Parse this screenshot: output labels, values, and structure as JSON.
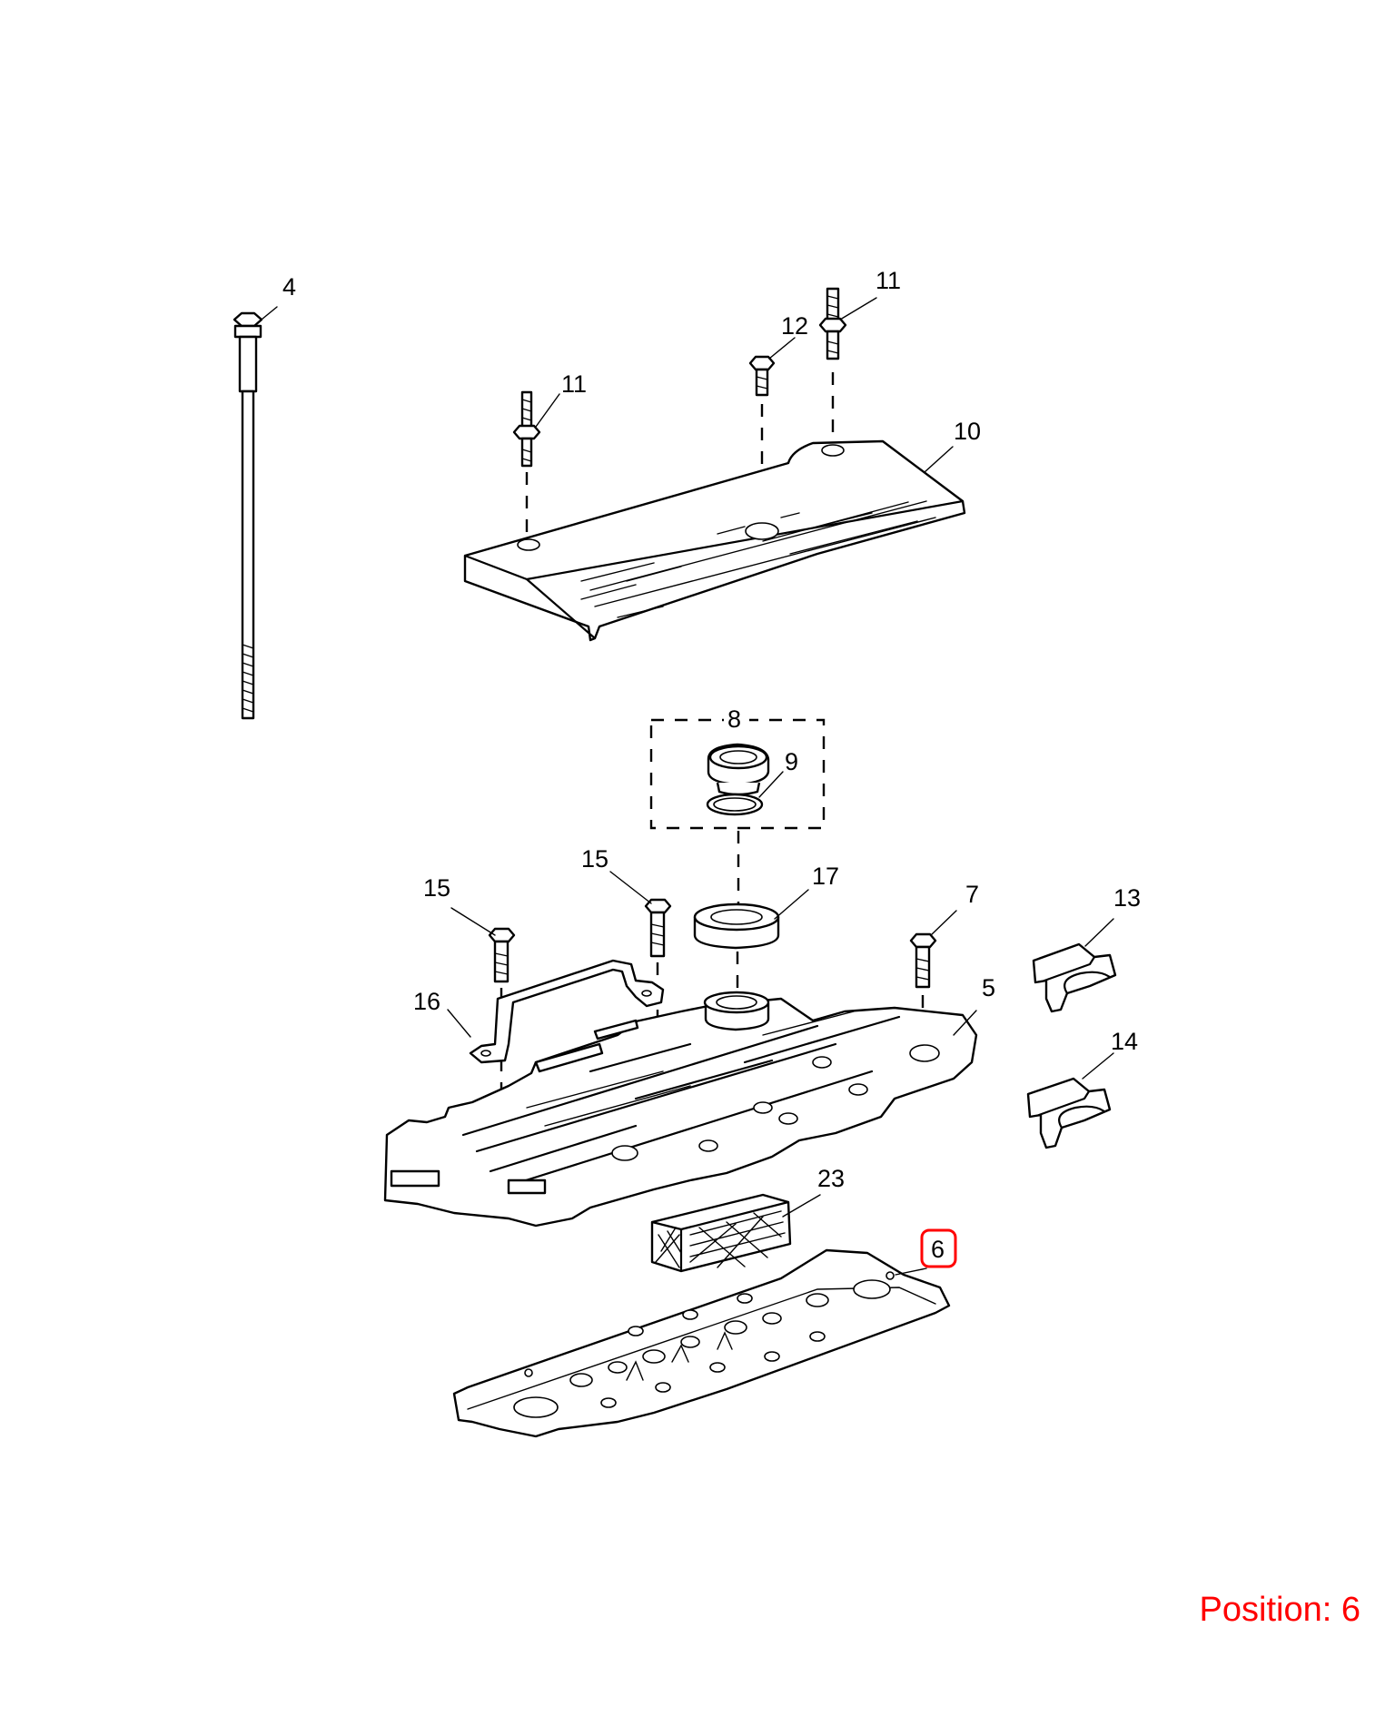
{
  "callouts": [
    {
      "id": "4",
      "label": "4"
    },
    {
      "id": "11a",
      "label": "11"
    },
    {
      "id": "11b",
      "label": "11"
    },
    {
      "id": "12",
      "label": "12"
    },
    {
      "id": "10",
      "label": "10"
    },
    {
      "id": "8",
      "label": "8"
    },
    {
      "id": "9",
      "label": "9"
    },
    {
      "id": "15a",
      "label": "15"
    },
    {
      "id": "15b",
      "label": "15"
    },
    {
      "id": "17",
      "label": "17"
    },
    {
      "id": "7",
      "label": "7"
    },
    {
      "id": "13",
      "label": "13"
    },
    {
      "id": "16",
      "label": "16"
    },
    {
      "id": "5",
      "label": "5"
    },
    {
      "id": "14",
      "label": "14"
    },
    {
      "id": "23",
      "label": "23"
    },
    {
      "id": "6",
      "label": "6",
      "highlighted": true
    }
  ],
  "highlight_color": "#ff0000",
  "position_label": "Position: 6"
}
